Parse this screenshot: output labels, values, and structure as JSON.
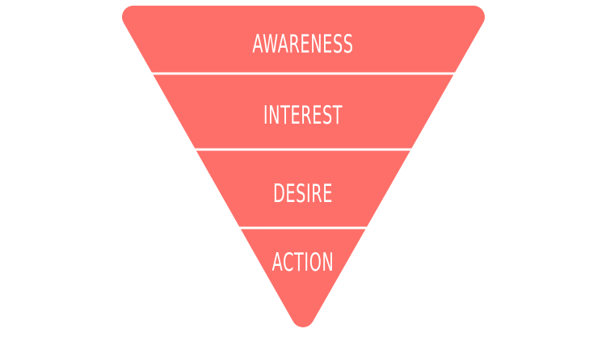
{
  "title": "",
  "colors": {
    "funnel": "#FF6F69",
    "divider": "#FFFFFF",
    "text": "#FFFFFF"
  },
  "stages": [
    {
      "label": "AWARENESS"
    },
    {
      "label": "INTEREST"
    },
    {
      "label": "DESIRE"
    },
    {
      "label": "ACTION"
    }
  ]
}
